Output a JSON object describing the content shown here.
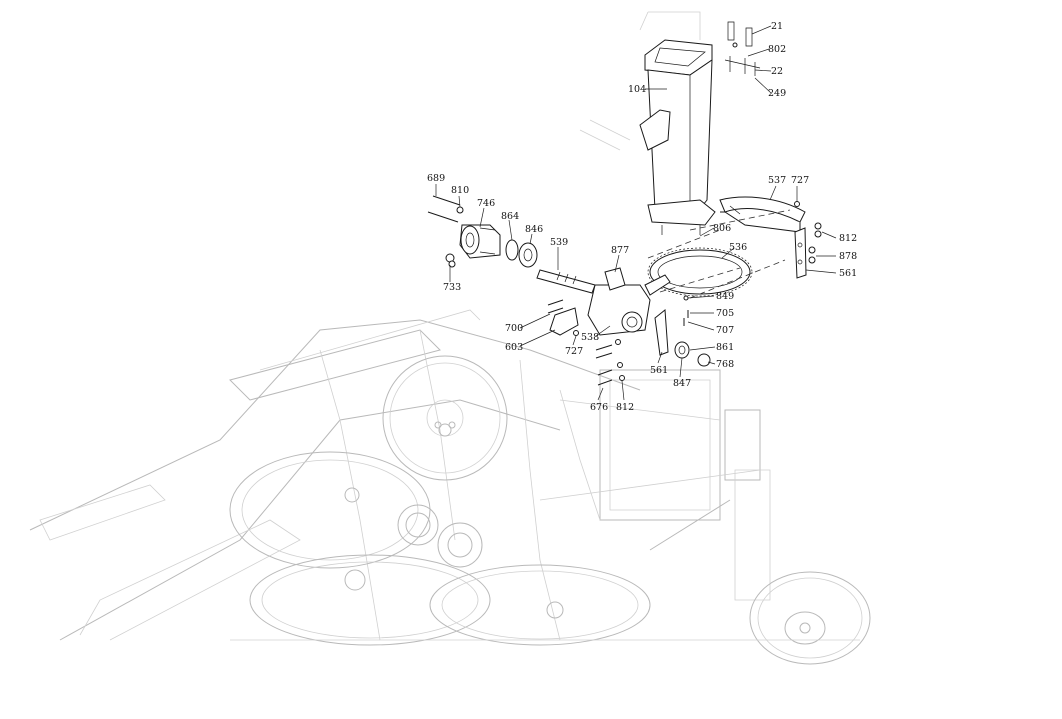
{
  "callouts": [
    {
      "id": "21",
      "label": "21"
    },
    {
      "id": "802",
      "label": "802"
    },
    {
      "id": "22",
      "label": "22"
    },
    {
      "id": "249",
      "label": "249"
    },
    {
      "id": "104",
      "label": "104"
    },
    {
      "id": "537",
      "label": "537"
    },
    {
      "id": "727a",
      "label": "727"
    },
    {
      "id": "689",
      "label": "689"
    },
    {
      "id": "810",
      "label": "810"
    },
    {
      "id": "746",
      "label": "746"
    },
    {
      "id": "864",
      "label": "864"
    },
    {
      "id": "846",
      "label": "846"
    },
    {
      "id": "539",
      "label": "539"
    },
    {
      "id": "877",
      "label": "877"
    },
    {
      "id": "806",
      "label": "806"
    },
    {
      "id": "536",
      "label": "536"
    },
    {
      "id": "812a",
      "label": "812"
    },
    {
      "id": "878",
      "label": "878"
    },
    {
      "id": "561a",
      "label": "561"
    },
    {
      "id": "733",
      "label": "733"
    },
    {
      "id": "849",
      "label": "849"
    },
    {
      "id": "705",
      "label": "705"
    },
    {
      "id": "700",
      "label": "700"
    },
    {
      "id": "707",
      "label": "707"
    },
    {
      "id": "538",
      "label": "538"
    },
    {
      "id": "603",
      "label": "603"
    },
    {
      "id": "727b",
      "label": "727"
    },
    {
      "id": "861",
      "label": "861"
    },
    {
      "id": "768",
      "label": "768"
    },
    {
      "id": "561b",
      "label": "561"
    },
    {
      "id": "847",
      "label": "847"
    },
    {
      "id": "676",
      "label": "676"
    },
    {
      "id": "812b",
      "label": "812"
    }
  ]
}
